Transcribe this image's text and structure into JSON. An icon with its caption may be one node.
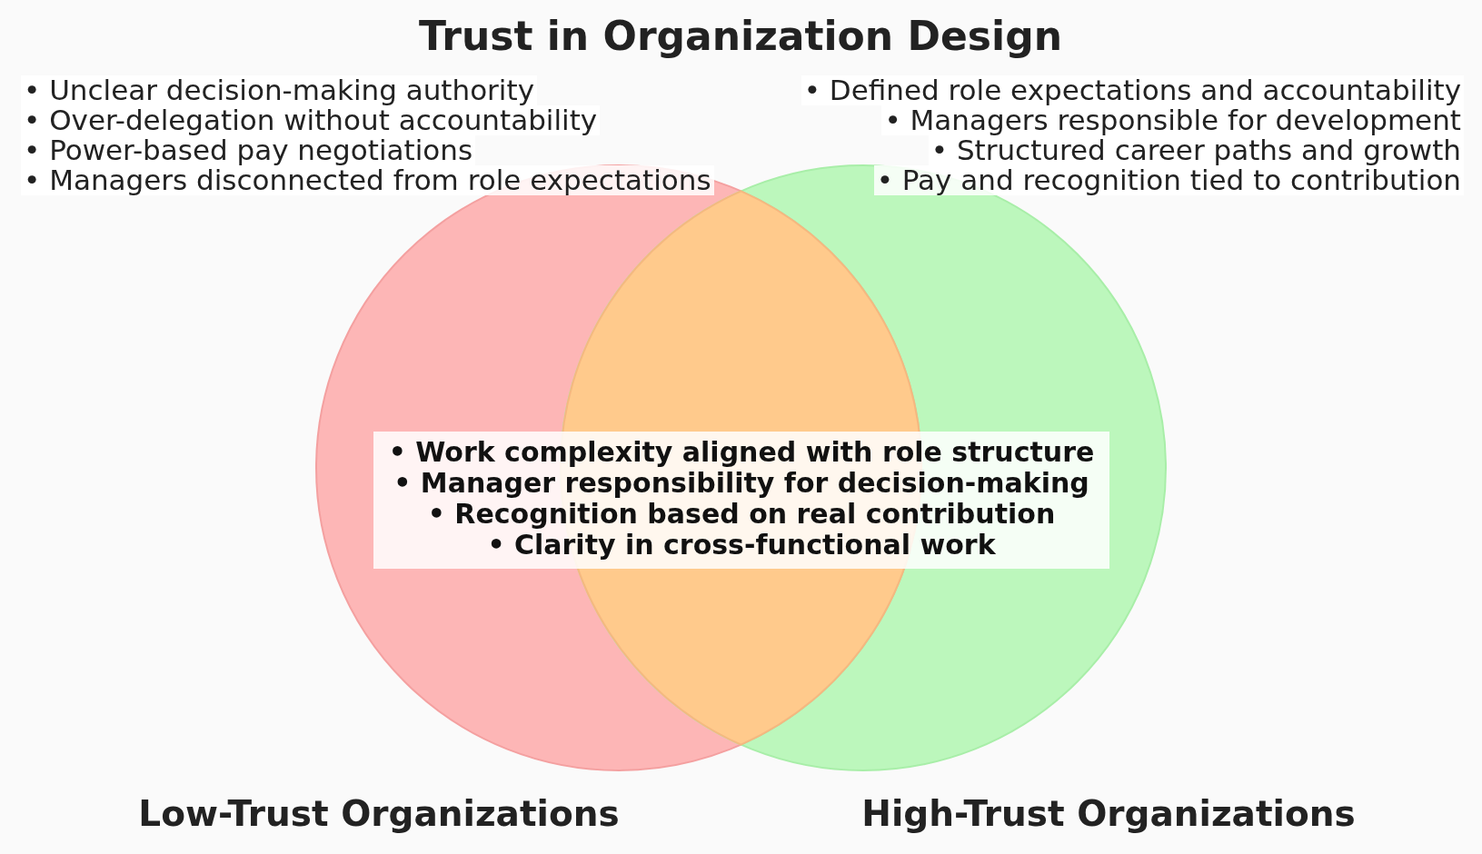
{
  "diagram": {
    "title": "Trust in Organization Design",
    "nodes": [
      {
        "text": [
          "• Unclear decision-making authority",
          "• Over-delegation without accountability",
          "• Power-based pay negotiations",
          "• Managers disconnected from role expectations",
          "Low-Trust Organizations"
        ]
      },
      {
        "text": [
          "• Defined role expectations and accountability",
          "• Managers responsible for development",
          "• Structured career paths and growth",
          "• Pay and recognition tied to contribution",
          "High-Trust Organizations"
        ]
      },
      {
        "text": [
          "• Work complexity aligned with role structure",
          "• Manager responsibility for decision-making",
          "• Recognition based on real contribution",
          "• Clarity in cross-functional work"
        ]
      }
    ],
    "edges": []
  }
}
